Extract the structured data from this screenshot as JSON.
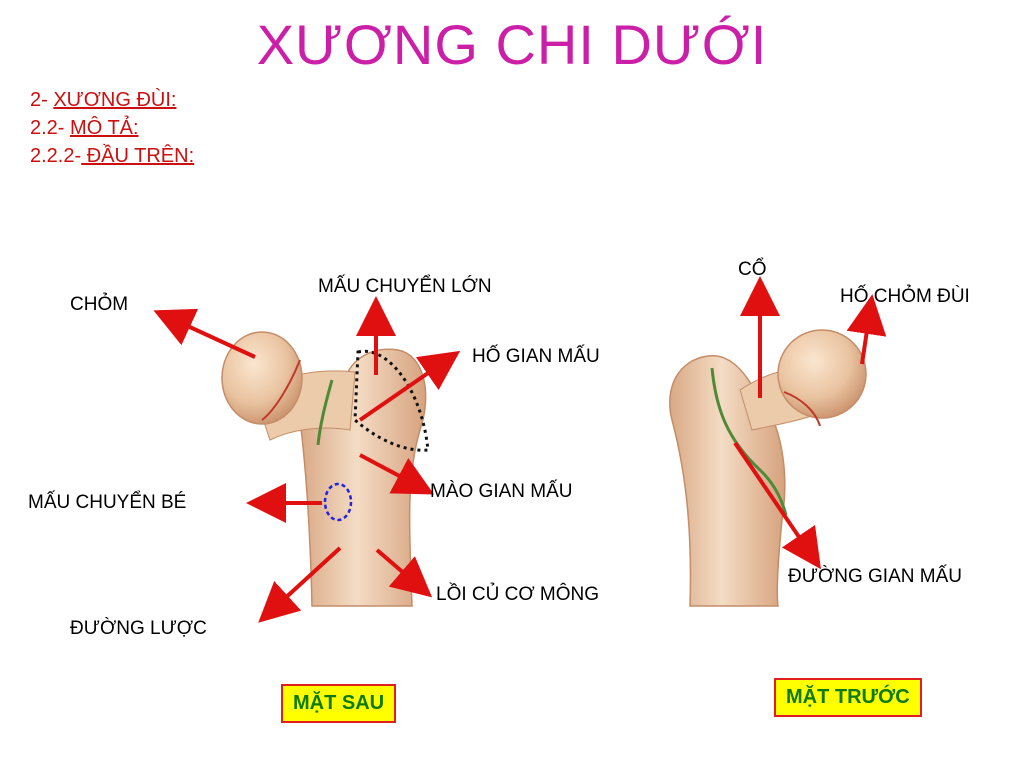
{
  "title": "XƯƠNG CHI DƯỚI",
  "outline": [
    {
      "prefix": "2- ",
      "text": "XƯƠNG ĐÙI:"
    },
    {
      "prefix": "2.2- ",
      "text": "MÔ TẢ:"
    },
    {
      "prefix": "2.2.2-",
      "text": " ĐẦU TRÊN:"
    }
  ],
  "posterior_labels": {
    "head": "CHỎM",
    "greater_trochanter": "MẤU CHUYỂN LỚN",
    "intertrochanteric_fossa": "HỐ GIAN MẤU",
    "intertrochanteric_crest": "MÀO GIAN MẤU",
    "lesser_trochanter": "MẤU CHUYỂN BÉ",
    "gluteal_tuberosity": "LỒI CỦ CƠ MÔNG",
    "pectineal_line": "ĐƯỜNG LƯỢC"
  },
  "anterior_labels": {
    "neck": "CỔ",
    "fovea": "HỐ CHỎM ĐÙI",
    "intertrochanteric_line": "ĐƯỜNG GIAN MẤU"
  },
  "views": {
    "posterior": "MẶT SAU",
    "anterior": "MẶT TRƯỚC"
  },
  "colors": {
    "title": "#cc1fa8",
    "outline": "#cc1010",
    "arrow": "#e01010",
    "view_box_bg": "#ffff00",
    "view_box_text": "#0c7a0c"
  }
}
